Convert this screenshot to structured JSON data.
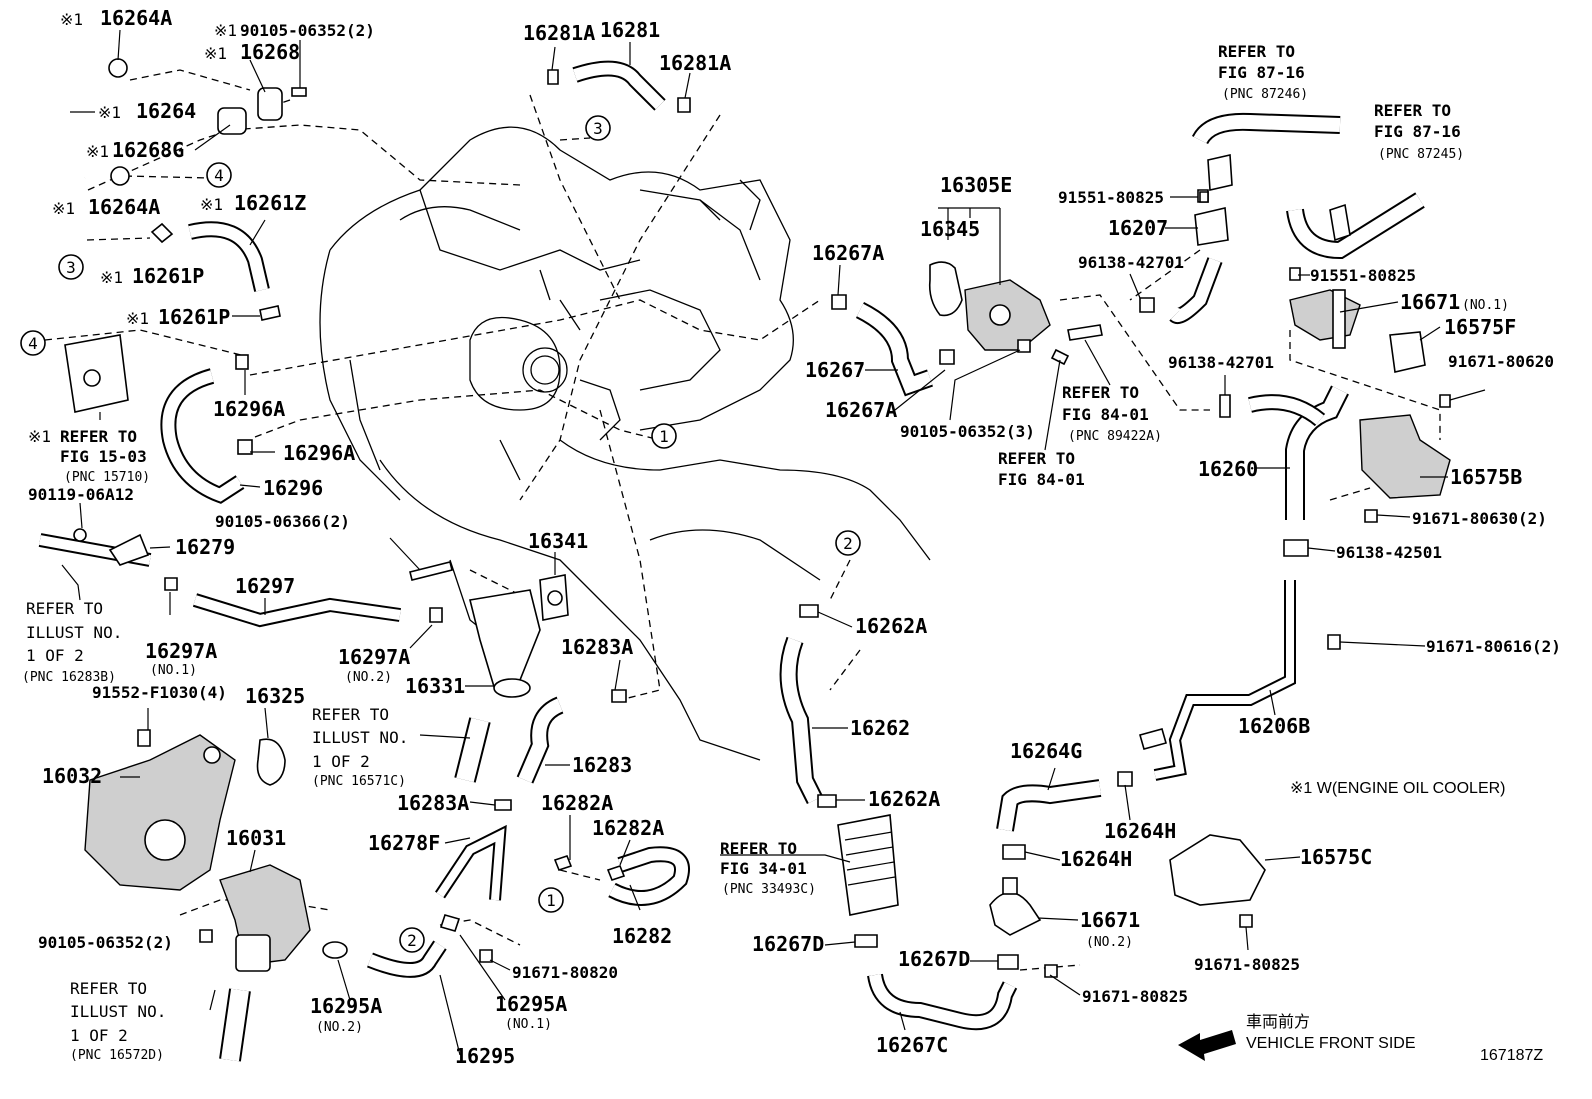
{
  "labels": {
    "l_16264A_top": "16264A",
    "l_90105_06352_2_top": "90105-06352(2)",
    "l_16268": "16268",
    "l_16264": "16264",
    "l_16268G": "16268G",
    "l_16264A_bot": "16264A",
    "l_16261Z": "16261Z",
    "l_16261P_a": "16261P",
    "l_16261P_b": "16261P",
    "l_16296A_a": "16296A",
    "l_16296A_b": "16296A",
    "l_16296": "16296",
    "l_90119": "90119-06A12",
    "l_16279": "16279",
    "l_90105_06366": "90105-06366(2)",
    "l_16297": "16297",
    "l_16297A_1": "16297A",
    "l_16297A_2": "16297A",
    "l_16341": "16341",
    "l_16331": "16331",
    "l_91552": "91552-F1030(4)",
    "l_16325": "16325",
    "l_16032": "16032",
    "l_16031": "16031",
    "l_90105_06352_2_bot": "90105-06352(2)",
    "l_16295A_2": "16295A",
    "l_16295A_1": "16295A",
    "l_16295": "16295",
    "l_91671_80820": "91671-80820",
    "l_16278F": "16278F",
    "l_16283A_a": "16283A",
    "l_16283A_b": "16283A",
    "l_16283": "16283",
    "l_16282A_a": "16282A",
    "l_16282A_b": "16282A",
    "l_16282": "16282",
    "l_16281A_a": "16281A",
    "l_16281": "16281",
    "l_16281A_b": "16281A",
    "l_16267A_a": "16267A",
    "l_16267": "16267",
    "l_16267A_b": "16267A",
    "l_16305E": "16305E",
    "l_16345": "16345",
    "l_90105_06352_3": "90105-06352(3)",
    "l_16262A_a": "16262A",
    "l_16262": "16262",
    "l_16262A_b": "16262A",
    "l_16267D_a": "16267D",
    "l_16267D_b": "16267D",
    "l_16267C": "16267C",
    "l_16264G": "16264G",
    "l_16264H_a": "16264H",
    "l_16264H_b": "16264H",
    "l_16671_2": "16671",
    "l_91671_80825_a": "91671-80825",
    "l_91551_80825_a": "91551-80825",
    "l_16207": "16207",
    "l_96138_42701_a": "96138-42701",
    "l_91551_80825_b": "91551-80825",
    "l_16671_1": "16671",
    "l_16575F": "16575F",
    "l_91671_80620": "91671-80620",
    "l_96138_42701_b": "96138-42701",
    "l_16260": "16260",
    "l_16575B": "16575B",
    "l_91671_80630": "91671-80630(2)",
    "l_96138_42501": "96138-42501",
    "l_91671_80616": "91671-80616(2)",
    "l_16206B": "16206B",
    "l_16575C": "16575C",
    "l_91671_80825_b": "91671-80825"
  },
  "qualifiers": {
    "no1_a": "(NO.1)",
    "no2_a": "(NO.2)",
    "no2_b": "(NO.2)",
    "no1_b": "(NO.1)",
    "no2_c": "(NO.2)",
    "no1_c": "(NO.1)"
  },
  "marks": {
    "asterisk1": "※1"
  },
  "refs": {
    "r1": [
      "REFER TO",
      "FIG 87-16",
      "(PNC 87246)"
    ],
    "r2": [
      "REFER TO",
      "FIG 87-16",
      "(PNC 87245)"
    ],
    "r3": [
      "REFER TO",
      "FIG 84-01",
      "(PNC 89422A)"
    ],
    "r4": [
      "REFER TO",
      "FIG 84-01"
    ],
    "r5": [
      "REFER TO",
      "FIG 15-03",
      "(PNC 15710)"
    ],
    "r6": [
      "REFER TO",
      "ILLUST NO.",
      "1 OF 2",
      "(PNC 16283B)"
    ],
    "r7": [
      "REFER TO",
      "ILLUST NO.",
      "1 OF 2",
      "(PNC 16571C)"
    ],
    "r8": [
      "REFER TO",
      "ILLUST NO.",
      "1 OF 2",
      "(PNC 16572D)"
    ],
    "r9": [
      "REFER TO",
      "FIG 34-01",
      "(PNC 33493C)"
    ]
  },
  "callouts": [
    "1",
    "2",
    "3",
    "4"
  ],
  "footnote": "※1  W(ENGINE OIL COOLER)",
  "direction": {
    "jp": "車両前方",
    "en": "VEHICLE FRONT SIDE"
  },
  "figure_id": "167187Z"
}
